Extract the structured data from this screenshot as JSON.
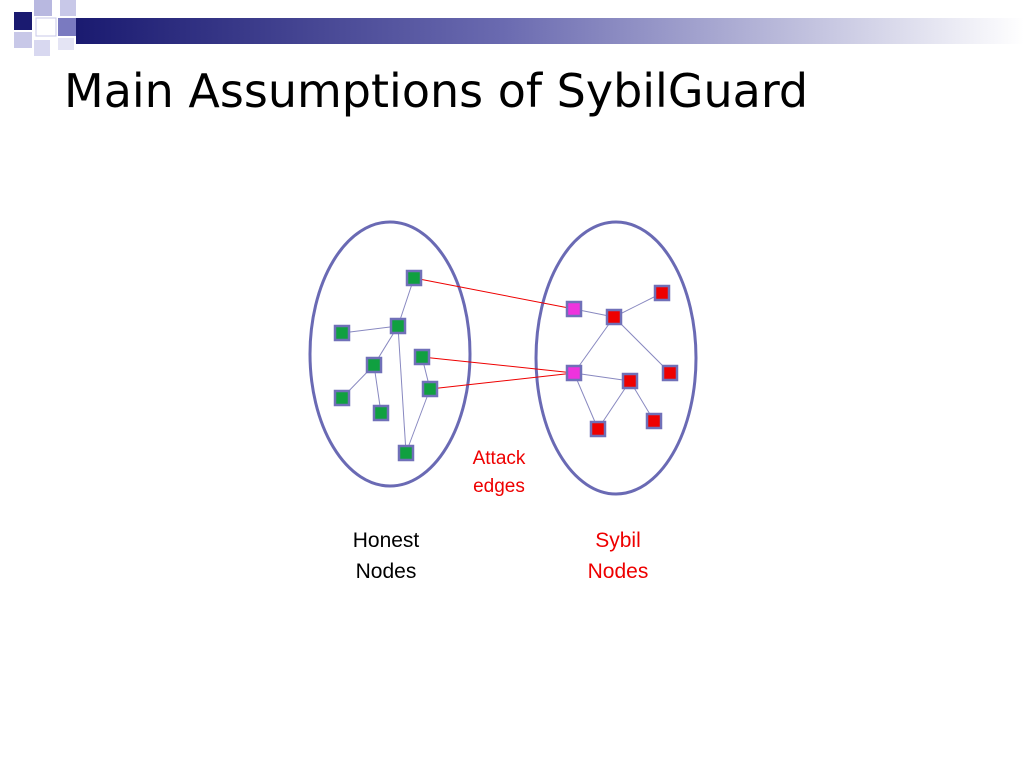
{
  "slide": {
    "title": "Main Assumptions of SybilGuard"
  },
  "labels": {
    "attack_line1": "Attack",
    "attack_line2": "edges",
    "honest_line1": "Honest",
    "honest_line2": "Nodes",
    "sybil_line1": "Sybil",
    "sybil_line2": "Nodes"
  },
  "colors": {
    "ellipse_stroke": "#6a6ab4",
    "edge": "#8888c0",
    "attack_edge": "#ee0000",
    "honest_fill": "#10a040",
    "sybil_fill": "#ee0000",
    "boundary_sybil_fill": "#ee33dd",
    "node_border": "#7070b8",
    "sybil_text": "#ee0000",
    "honest_text": "#000000",
    "header_navy": "#1a1a70"
  }
}
